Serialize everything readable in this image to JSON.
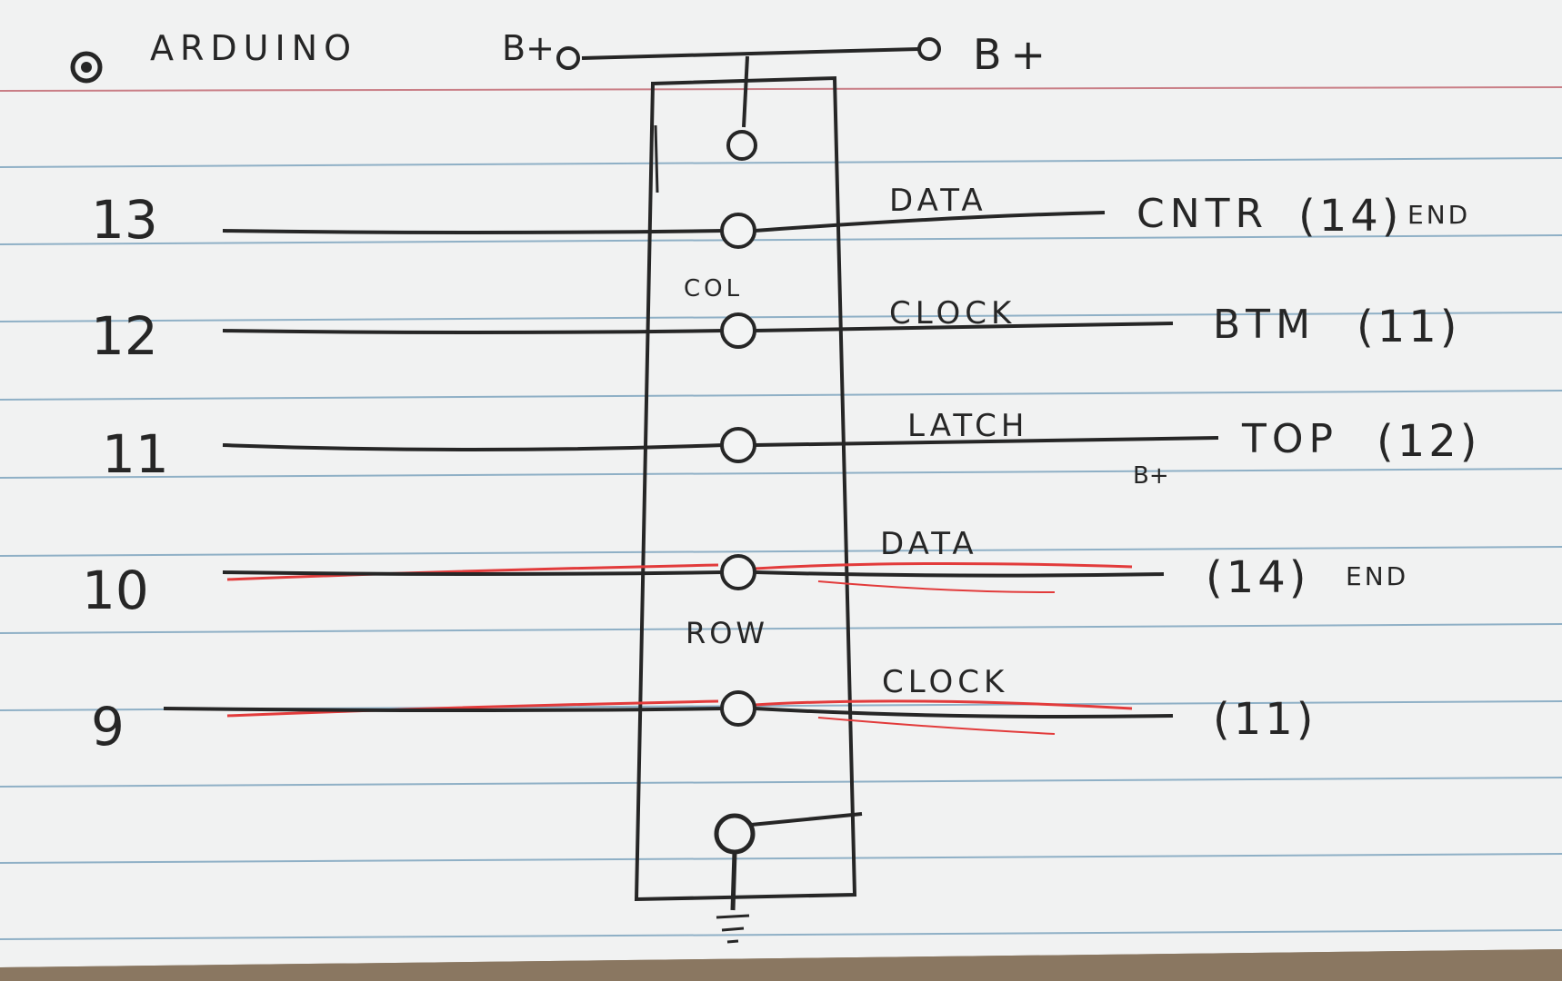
{
  "header": {
    "title": "ARDUINO",
    "left_supply": "B+",
    "right_supply": "B+"
  },
  "pins": [
    {
      "number": "13",
      "signal": "DATA",
      "dest": "CNTR",
      "ref": "(14)",
      "suffix": "END"
    },
    {
      "number": "12",
      "signal": "CLOCK",
      "dest": "BTM",
      "ref": "(11)",
      "suffix": ""
    },
    {
      "number": "11",
      "signal": "LATCH",
      "dest": "TOP",
      "ref": "(12)",
      "suffix": ""
    },
    {
      "number": "10",
      "signal": "DATA",
      "dest": "",
      "ref": "(14)",
      "suffix": "END"
    },
    {
      "number": "9",
      "signal": "CLOCK",
      "dest": "",
      "ref": "(11)",
      "suffix": ""
    }
  ],
  "groups": {
    "col": "COL",
    "row": "ROW"
  },
  "latch_note": "B+",
  "colors": {
    "card": "#f3f4f4",
    "rule_line": "#8fb0c6",
    "margin_line": "#c97e86",
    "ink": "#262626",
    "red_ink": "#e23b3b"
  }
}
